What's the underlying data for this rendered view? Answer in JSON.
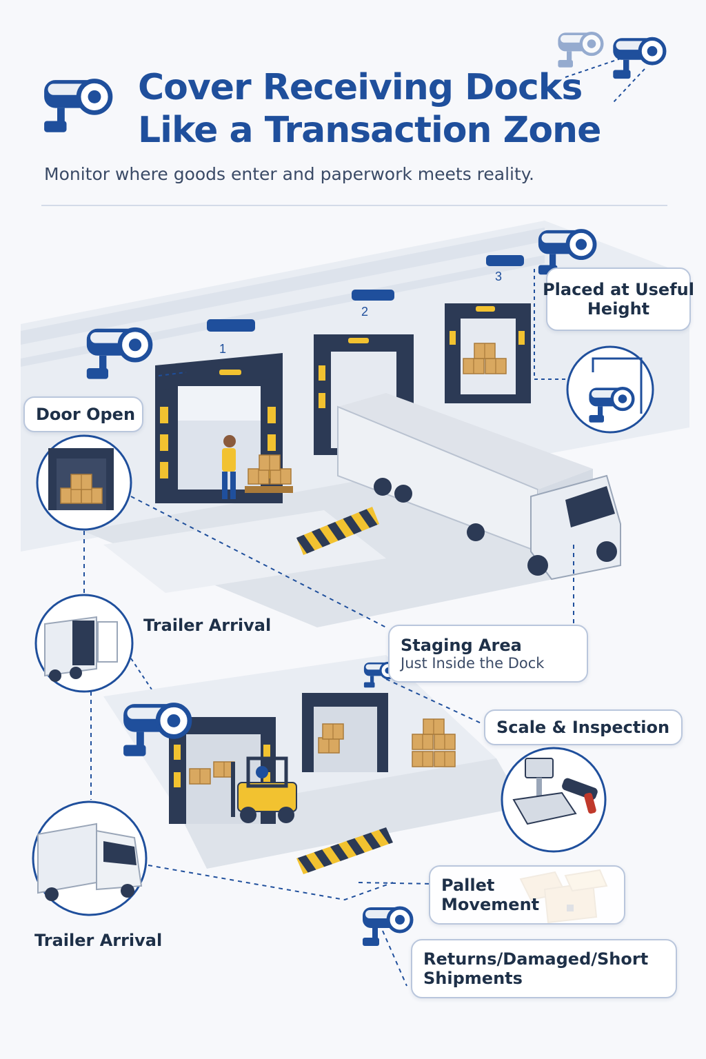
{
  "header": {
    "title_line1": "Cover Receiving Docks",
    "title_line2": "Like a Transaction Zone",
    "subtitle": "Monitor where goods enter and paperwork meets reality."
  },
  "docks": {
    "door_numbers": [
      "1",
      "2",
      "3"
    ]
  },
  "callouts": {
    "placed_at": {
      "line1": "Placed at Useful",
      "line2": "Height"
    },
    "door_open": "Door Open",
    "trailer_arrival_top": "Trailer Arrival",
    "staging_area": {
      "line1": "Staging Area",
      "line2": "Just Inside the Dock"
    },
    "scale_inspection": "Scale & Inspection",
    "pallet_movement": {
      "line1": "Pallet",
      "line2": "Movement"
    },
    "trailer_arrival_bottom": "Trailer Arrival",
    "returns": {
      "line1": "Returns/Damaged/Short",
      "line2": "Shipments"
    }
  },
  "colors": {
    "brand_blue": "#1f4f9c",
    "dark_navy": "#2c3a55",
    "safety_yellow": "#f2c230",
    "box_tan": "#d9a860",
    "outline": "#b9c6dc"
  },
  "icons": [
    "security-camera-icon",
    "scale-icon",
    "barcode-scanner-icon",
    "box-icon",
    "forklift-icon",
    "truck-icon"
  ]
}
